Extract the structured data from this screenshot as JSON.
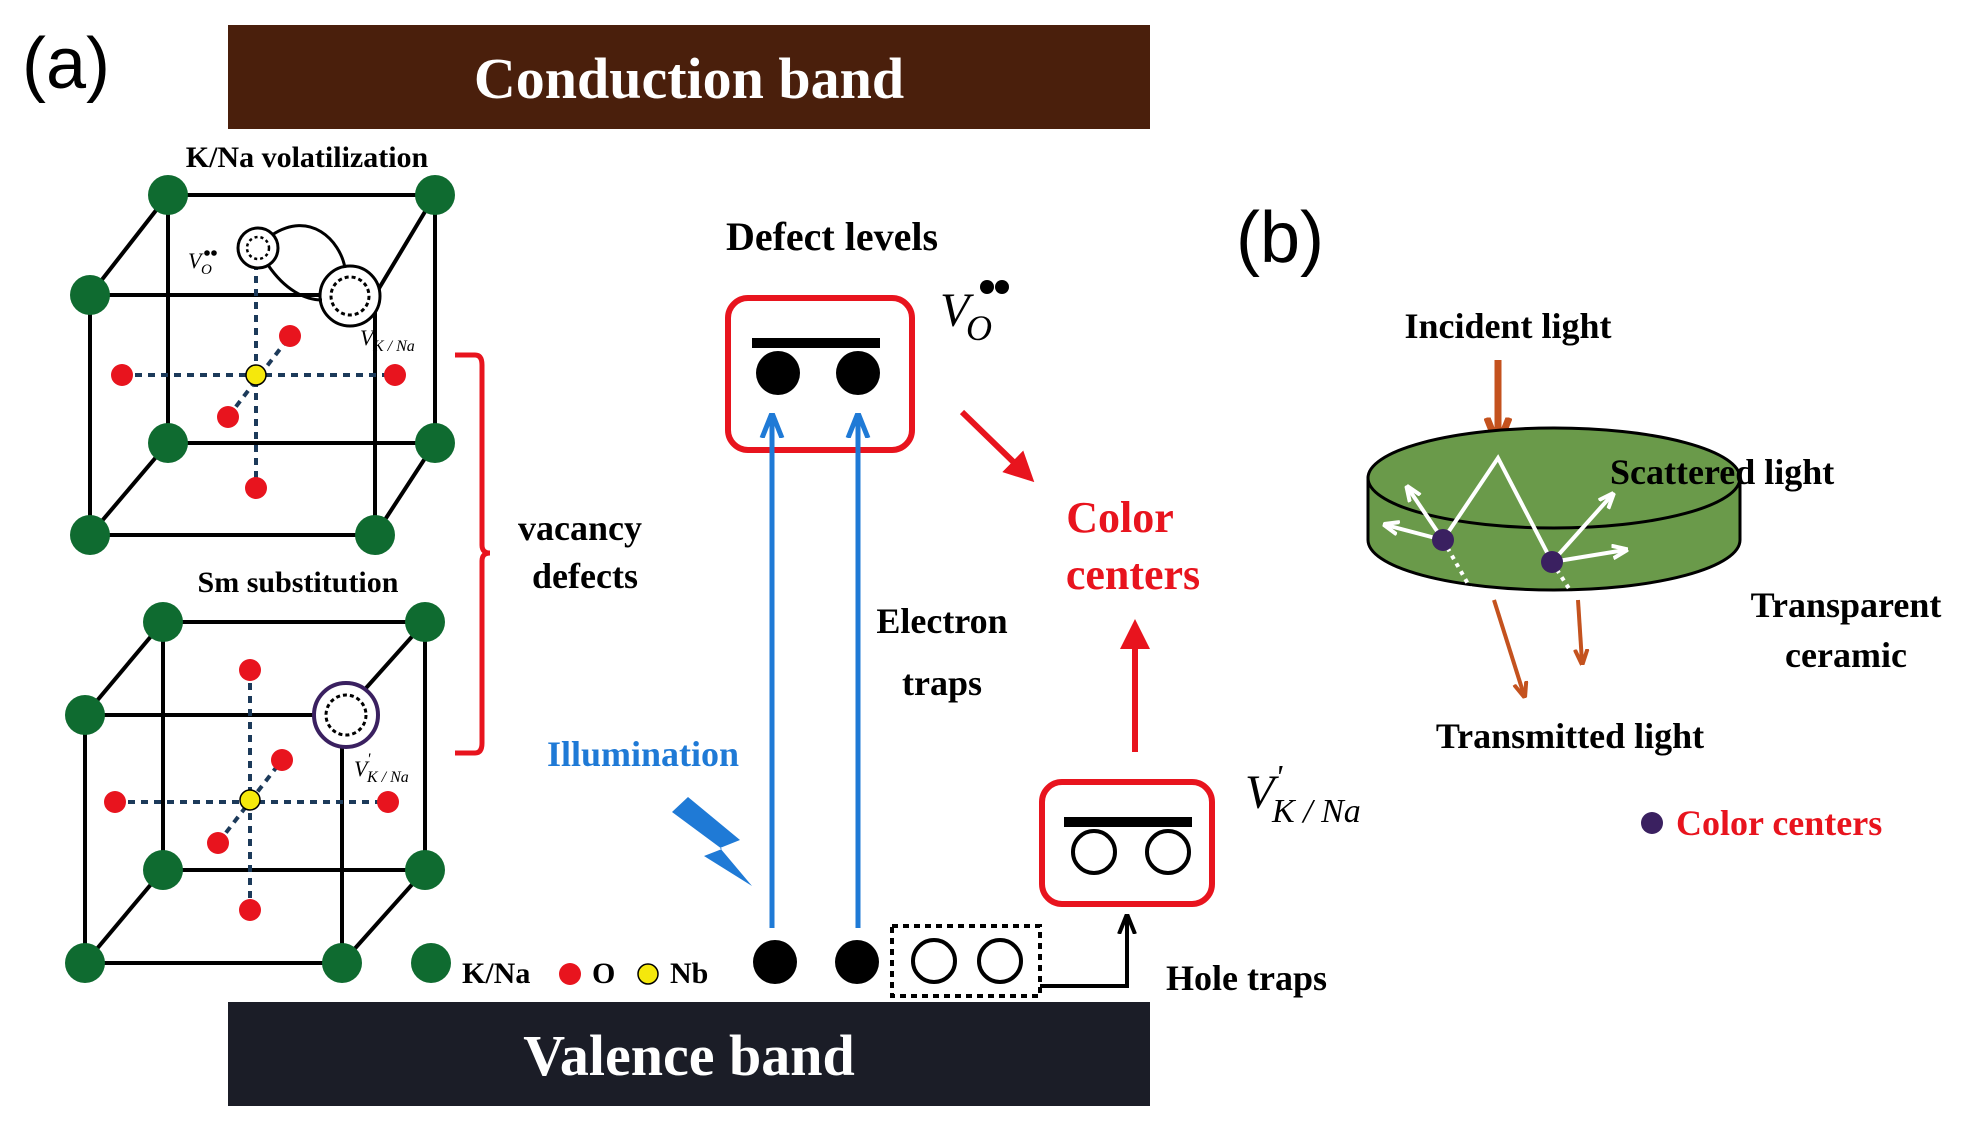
{
  "panel_a": {
    "label": "(a)",
    "conduction_band": "Conduction band",
    "valence_band": "Valence band",
    "kna_volatilization": "K/Na volatilization",
    "sm_substitution": "Sm substitution",
    "vacancy_defects_line1": "vacancy",
    "vacancy_defects_line2": "defects",
    "defect_levels": "Defect levels",
    "color_centers_line1": "Color",
    "color_centers_line2": "centers",
    "electron_traps_line1": "Electron",
    "electron_traps_line2": "traps",
    "illumination": "Illumination",
    "hole_traps": "Hole traps",
    "symbol_vo_base": "V",
    "symbol_vo_sub": "O",
    "symbol_vk_base": "V",
    "symbol_vk_prime": "'",
    "symbol_vk_sub": "K / Na",
    "legend": {
      "kna": "K/Na",
      "o": "O",
      "nb": "Nb"
    }
  },
  "panel_b": {
    "label": "(b)",
    "incident_light": "Incident light",
    "scattered_light": "Scattered light",
    "transparent_line1": "Transparent",
    "transparent_line2": "ceramic",
    "transmitted_light": "Transmitted light",
    "color_centers_legend": "Color centers"
  },
  "colors": {
    "conduction_band": "#4a1f0c",
    "valence_band": "#1b1d27",
    "trap_box": "#e8141e",
    "illumination": "#1f7ad6",
    "kna_atom": "#0f6b30",
    "o_atom": "#e8141e",
    "nb_atom": "#f5e80c",
    "ceramic": "#6a9a4a",
    "light_ray": "#c4521e",
    "color_center": "#3a2060"
  }
}
